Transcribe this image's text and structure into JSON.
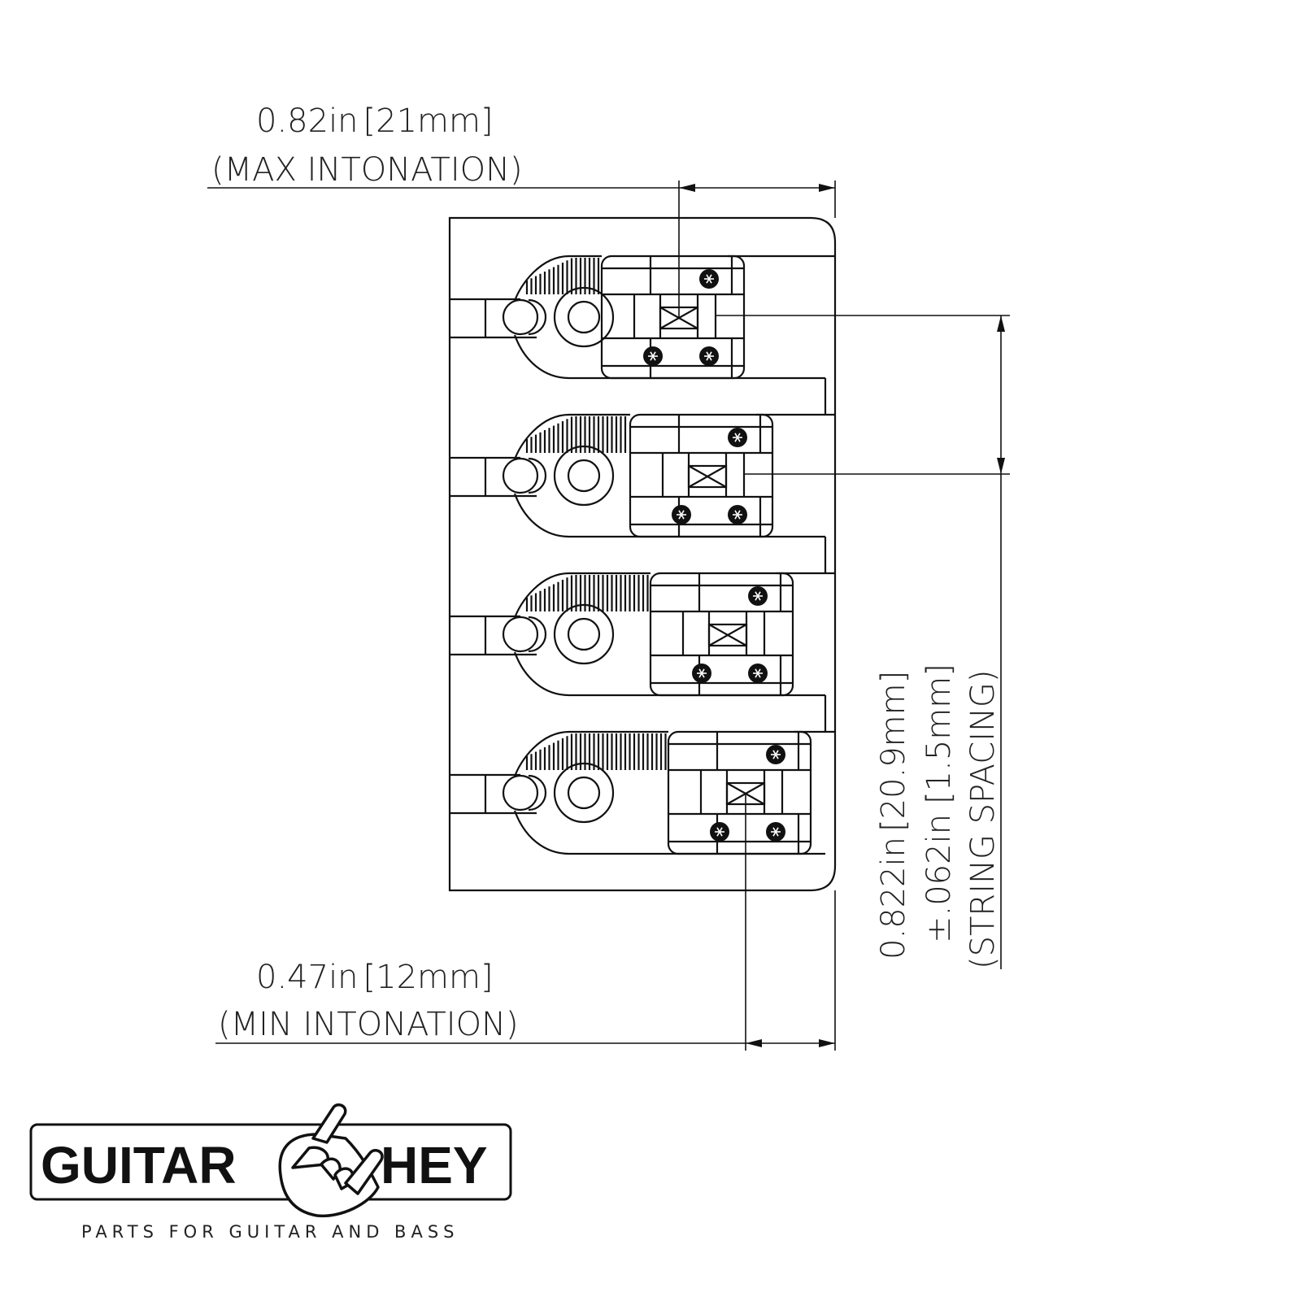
{
  "diagram": {
    "title": "Bass bridge saddle intonation and spacing drawing",
    "saddle_count": 4,
    "max_intonation": {
      "value": "0.82in",
      "metric": "21mm",
      "label": "(MAX INTONATION)"
    },
    "min_intonation": {
      "value": "0.47in",
      "metric": "12mm",
      "label": "(MIN INTONATION)"
    },
    "string_spacing": {
      "value": "0.822in",
      "metric": "20.9mm",
      "tolerance": "±.062in",
      "tolerance_metric": "1.5mm",
      "label": "(STRING SPACING)"
    }
  },
  "logo": {
    "left": "GUITAR",
    "right": "HEY",
    "tagline": "PARTS FOR GUITAR AND BASS"
  },
  "colors": {
    "line": "#111111",
    "background": "#ffffff"
  }
}
